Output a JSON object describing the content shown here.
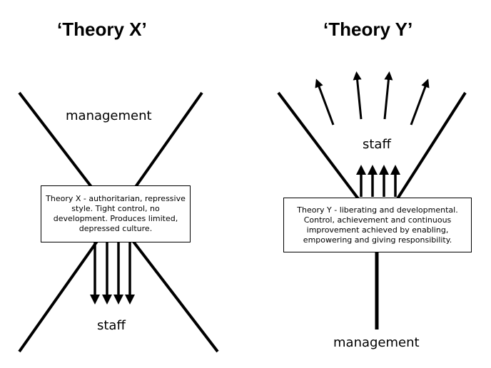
{
  "theory_x": {
    "title": "‘Theory X’",
    "top_label": "management",
    "bottom_label": "staff",
    "description": "Theory X - authoritarian, repressive style.  Tight control, no development.  Produces limited, depressed culture."
  },
  "theory_y": {
    "title": "‘Theory Y’",
    "top_label": "staff",
    "bottom_label": "management",
    "description": "Theory Y - liberating and  developmental. Control, achievement and continuous improvement achieved by enabling, empowering and giving responsibility."
  }
}
